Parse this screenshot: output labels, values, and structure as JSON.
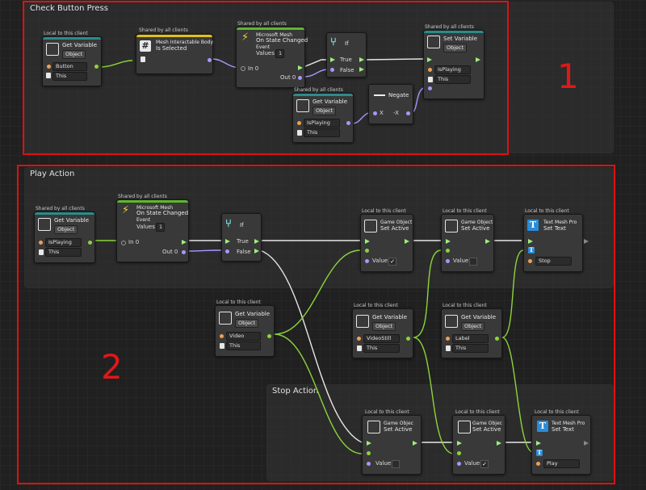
{
  "groups": {
    "check": {
      "title": "Check Button Press"
    },
    "play": {
      "title": "Play Action"
    },
    "stop": {
      "title": "Stop Action"
    }
  },
  "annotations": {
    "one": "1",
    "two": "2"
  },
  "scopes": {
    "local": "Local to this client",
    "shared": "Shared by all clients"
  },
  "get_variable": {
    "title": "Get Variable",
    "type": "Object",
    "this": "This"
  },
  "set_variable": {
    "title": "Set Variable",
    "type": "Object"
  },
  "mesh_interactable": {
    "line1": "Mesh Interactable Body",
    "line2": "Is Selected"
  },
  "state_changed": {
    "line1": "Microsoft Mesh",
    "line2": "On State Changed",
    "line3": "Event",
    "values_label": "Values",
    "values_count": "1",
    "in": "In 0",
    "out": "Out 0"
  },
  "if_node": {
    "title": "If",
    "true": "True",
    "false": "False"
  },
  "negate": {
    "title": "Negate",
    "x": "X",
    "neg_x": "-X"
  },
  "game_object": {
    "line1": "Game Object",
    "line1_cut": "Game Objec",
    "line2": "Set Active",
    "value": "Value"
  },
  "text_mesh": {
    "line1": "Text Mesh Pro",
    "line2": "Set Text"
  },
  "variables": {
    "button": "Button",
    "isplaying": "IsPlaying",
    "video": "Video",
    "videostill": "VideoStill",
    "label": "Label"
  },
  "texts": {
    "stop": "Stop",
    "play": "Play"
  },
  "checks": {
    "on": "✓"
  },
  "colors": {
    "accent_teal": "#2a8c8c",
    "accent_yellow": "#e0c020",
    "accent_green": "#5cb82e",
    "wire_green": "#8cd43a",
    "wire_purple": "#a897ff",
    "highlight_red": "#e01010"
  }
}
